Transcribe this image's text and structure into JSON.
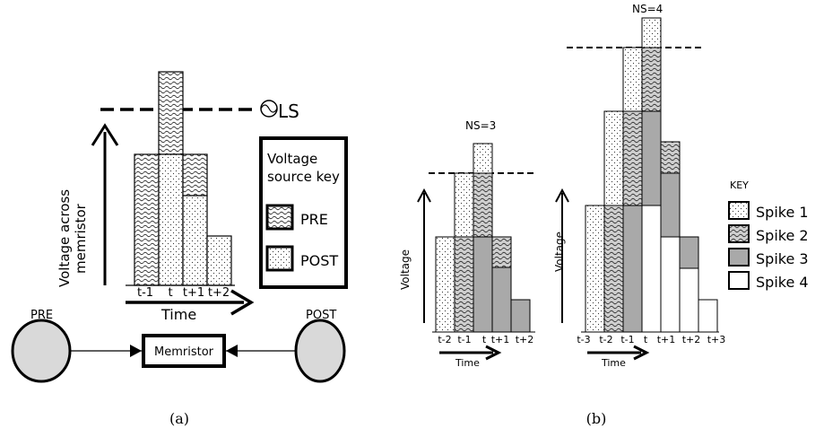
{
  "panel_a": {
    "caption": "(a)",
    "y_axis_label_line1": "Voltage across",
    "y_axis_label_line2": "memristor",
    "x_axis_label": "Time",
    "ticks": [
      "t-1",
      "t",
      "t+1",
      "t+2"
    ],
    "threshold_symbol": "LS",
    "key_title_line1": "Voltage",
    "key_title_line2": "source key",
    "key_items": [
      "PRE",
      "POST"
    ],
    "pre_node": "PRE",
    "post_node": "POST",
    "device": "Memristor"
  },
  "panel_b": {
    "caption": "(b)",
    "left_title": "NS=3",
    "right_title": "NS=4",
    "y_axis_label": "Voltage",
    "x_axis_label": "Time",
    "left_ticks": [
      "t-2",
      "t-1",
      "t",
      "t+1",
      "t+2"
    ],
    "right_ticks": [
      "t-3",
      "t-2",
      "t-1",
      "t",
      "t+1",
      "t+2",
      "t+3"
    ],
    "key_title": "KEY",
    "key_items": [
      "Spike 1",
      "Spike 2",
      "Spike 3",
      "Spike 4"
    ]
  },
  "colors": {
    "spike3_fill": "#a9a9a9",
    "node_fill": "#d9d9d9",
    "stroke": "#000000"
  }
}
